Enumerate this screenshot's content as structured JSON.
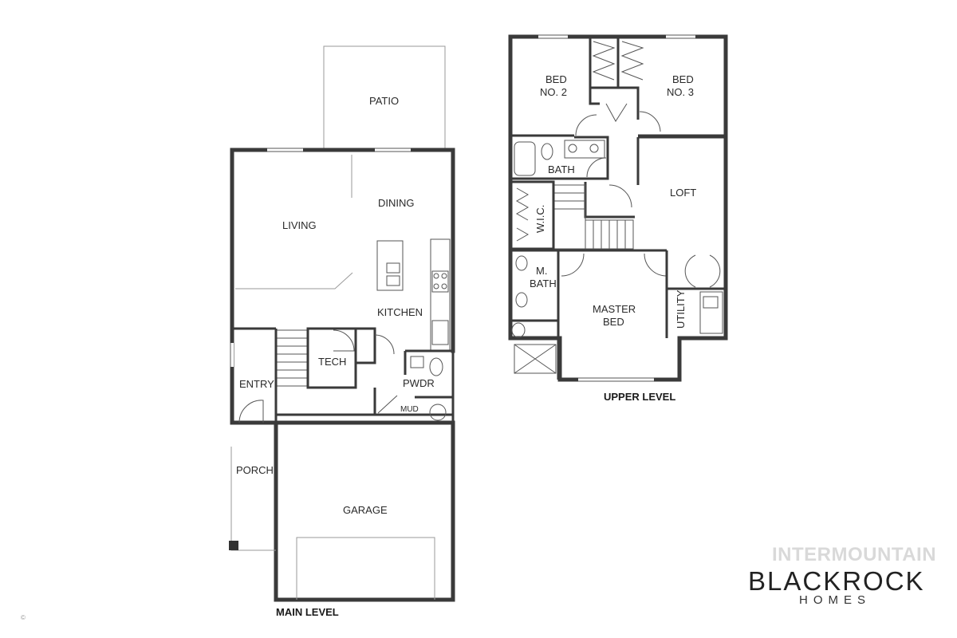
{
  "main_level": {
    "label": "MAIN LEVEL",
    "rooms": {
      "patio": "PATIO",
      "living": "LIVING",
      "dining": "DINING",
      "kitchen": "KITCHEN",
      "tech": "TECH",
      "entry": "ENTRY",
      "pwdr": "PWDR",
      "mud": "MUD",
      "porch": "PORCH",
      "garage": "GARAGE"
    }
  },
  "upper_level": {
    "label": "UPPER LEVEL",
    "rooms": {
      "bed2_line1": "BED",
      "bed2_line2": "NO. 2",
      "bed3_line1": "BED",
      "bed3_line2": "NO. 3",
      "bath": "BATH",
      "loft": "LOFT",
      "wic": "W.I.C.",
      "mbath_line1": "M.",
      "mbath_line2": "BATH",
      "master_line1": "MASTER",
      "master_line2": "BED",
      "utility": "UTILITY"
    }
  },
  "branding": {
    "watermark": "INTERMOUNTAIN",
    "company": "BLACKROCK",
    "company_sub": "HOMES",
    "copyright": "©"
  }
}
